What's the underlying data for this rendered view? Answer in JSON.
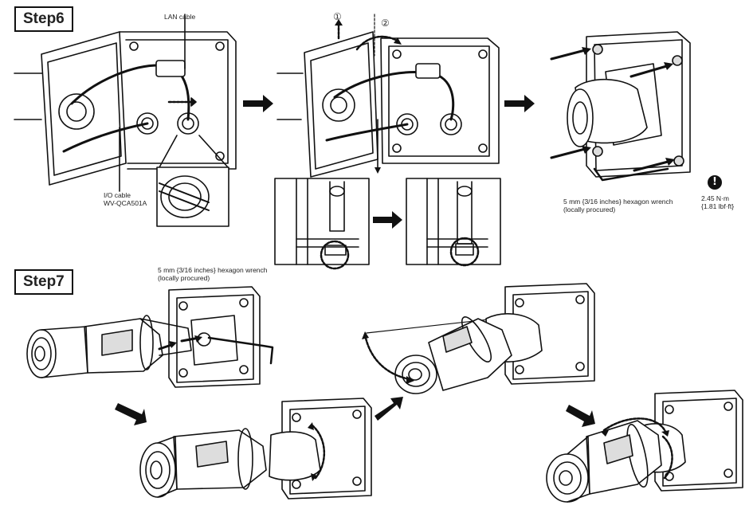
{
  "steps": {
    "step6": {
      "label": "Step6",
      "lan_cable": "LAN cable",
      "io_cable_line1": "I/O cable",
      "io_cable_line2": "WV-QCA501A",
      "sequence_1": "①",
      "sequence_2": "②",
      "wrench_line1": "5 mm {3/16 inches} hexagon wrench",
      "wrench_line2": "(locally procured)",
      "torque_line1": "2.45 N·m",
      "torque_line2": "{1.81 lbf·ft}",
      "caution_icon": "exclamation-icon"
    },
    "step7": {
      "label": "Step7",
      "wrench_line1": "5 mm {3/16 inches} hexagon wrench",
      "wrench_line2": "(locally procured)"
    }
  },
  "colors": {
    "ink": "#111111",
    "fill": "#ffffff",
    "shade": "#d9d9d9"
  }
}
